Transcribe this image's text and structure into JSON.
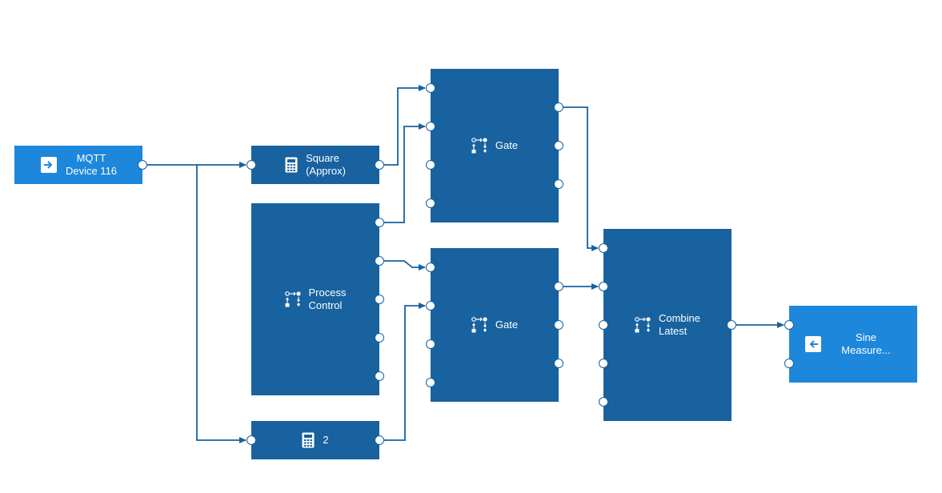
{
  "nodes": {
    "mqtt": {
      "line1": "MQTT",
      "line2": "Device 116",
      "icon": "input-arrow-icon"
    },
    "square": {
      "line1": "Square",
      "line2": "(Approx)",
      "icon": "calculator-icon"
    },
    "process": {
      "line1": "Process",
      "line2": "Control",
      "icon": "flow-logic-icon"
    },
    "two": {
      "line1": "2",
      "icon": "calculator-icon"
    },
    "gate1": {
      "line1": "Gate",
      "icon": "flow-logic-icon"
    },
    "gate2": {
      "line1": "Gate",
      "icon": "flow-logic-icon"
    },
    "combine": {
      "line1": "Combine",
      "line2": "Latest",
      "icon": "flow-logic-icon"
    },
    "sine": {
      "line1": "Sine",
      "line2": "Measure...",
      "icon": "output-arrow-icon"
    }
  },
  "colors": {
    "process": "#17629f",
    "io": "#1d87dc",
    "wire": "#17629f"
  }
}
